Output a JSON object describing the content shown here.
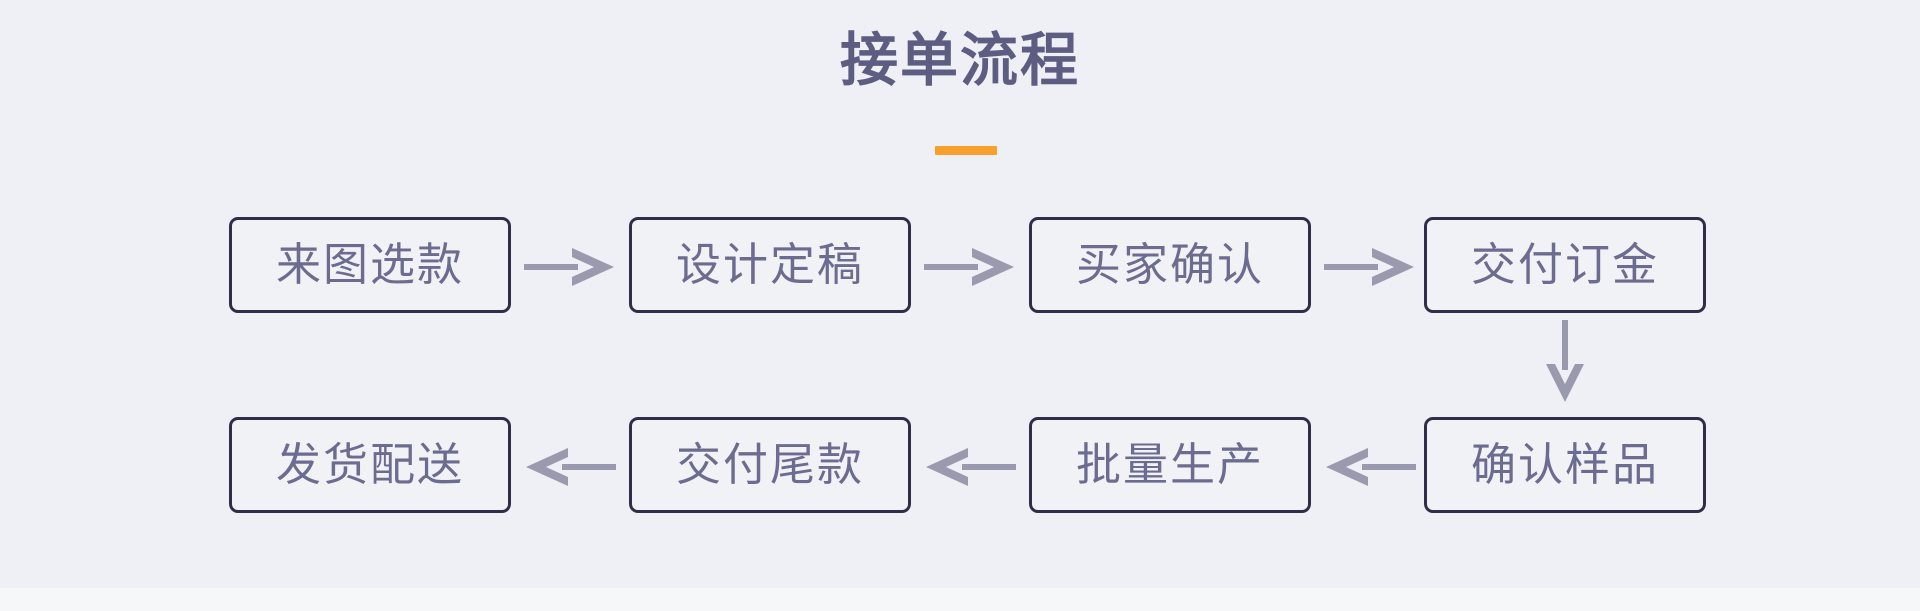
{
  "page": {
    "title": "接单流程",
    "background_color": "#eff0f5",
    "accent_color": "#f9a02c",
    "node_border_color": "#2e2e4a",
    "node_text_color": "#6c6c90",
    "arrow_color": "#9a9aae"
  },
  "diagram": {
    "type": "flowchart",
    "layout": "serpentine-2-rows-4-columns",
    "nodes": [
      {
        "id": "n1",
        "label": "来图选款",
        "row": 1,
        "col": 1
      },
      {
        "id": "n2",
        "label": "设计定稿",
        "row": 1,
        "col": 2
      },
      {
        "id": "n3",
        "label": "买家确认",
        "row": 1,
        "col": 3
      },
      {
        "id": "n4",
        "label": "交付订金",
        "row": 1,
        "col": 4
      },
      {
        "id": "n5",
        "label": "确认样品",
        "row": 2,
        "col": 4
      },
      {
        "id": "n6",
        "label": "批量生产",
        "row": 2,
        "col": 3
      },
      {
        "id": "n7",
        "label": "交付尾款",
        "row": 2,
        "col": 2
      },
      {
        "id": "n8",
        "label": "发货配送",
        "row": 2,
        "col": 1
      }
    ],
    "connectors": [
      {
        "id": "c1",
        "from": "n1",
        "to": "n2",
        "direction": "right"
      },
      {
        "id": "c2",
        "from": "n2",
        "to": "n3",
        "direction": "right"
      },
      {
        "id": "c3",
        "from": "n3",
        "to": "n4",
        "direction": "right"
      },
      {
        "id": "c4",
        "from": "n4",
        "to": "n5",
        "direction": "down"
      },
      {
        "id": "c5",
        "from": "n5",
        "to": "n6",
        "direction": "left"
      },
      {
        "id": "c6",
        "from": "n6",
        "to": "n7",
        "direction": "left"
      },
      {
        "id": "c7",
        "from": "n7",
        "to": "n8",
        "direction": "left"
      }
    ]
  }
}
